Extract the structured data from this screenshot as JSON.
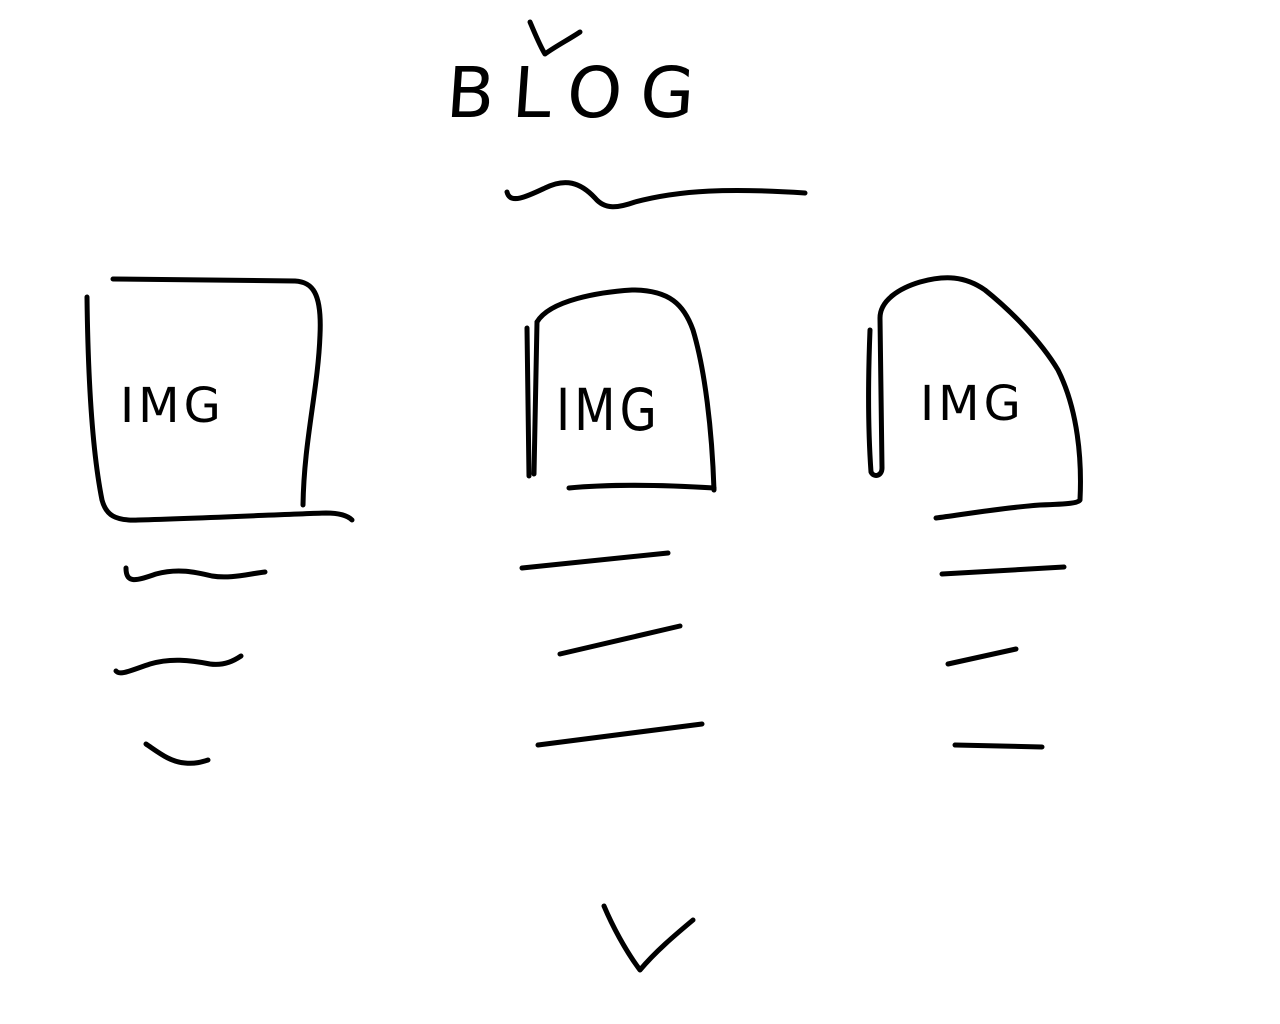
{
  "header": {
    "title": "BLOG",
    "accent_mark_icon": "check-mark-icon"
  },
  "posts": [
    {
      "image_label": "IMG",
      "text_lines": 3,
      "line_style": "wavy"
    },
    {
      "image_label": "IMG",
      "text_lines": 3,
      "line_style": "straight"
    },
    {
      "image_label": "IMG",
      "text_lines": 3,
      "line_style": "straight"
    }
  ],
  "footer": {
    "scroll_indicator_icon": "chevron-down-icon"
  },
  "colors": {
    "stroke": "#000000",
    "background": "#ffffff"
  }
}
